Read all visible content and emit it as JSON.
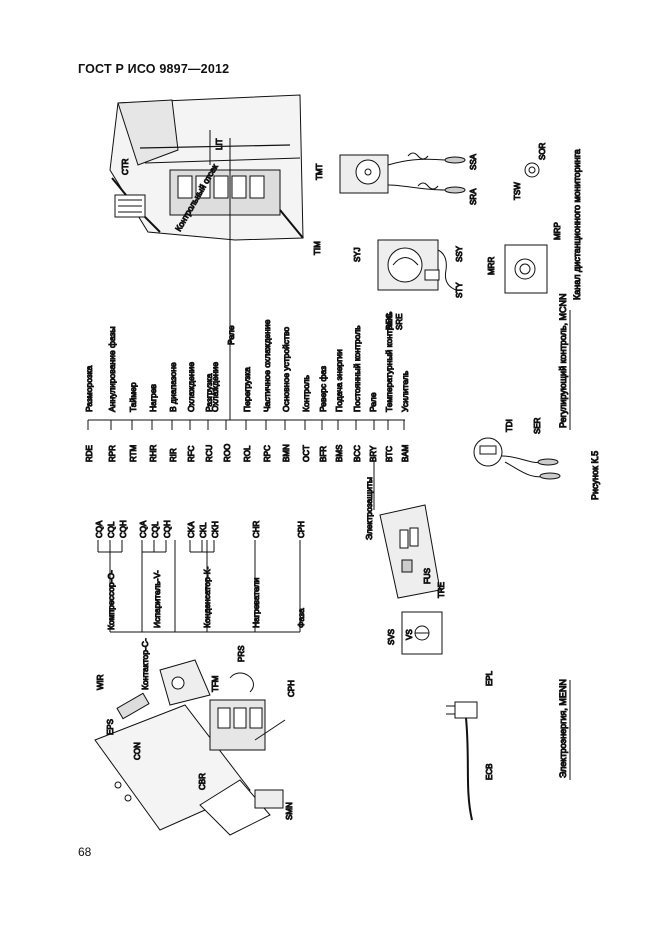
{
  "header": {
    "standard": "ГОСТ Р ИСО 9897—2012"
  },
  "footer": {
    "page_number": "68"
  },
  "figure": {
    "caption": "Рисунок К.5",
    "groups": {
      "electrical_power": "Электроэнергия, MENN",
      "control": "Регулирующий контроль, MCNN",
      "remote": "Канал дистанционного мониторинга",
      "protection": "Электрозащиты",
      "control_block": "Контрольный отсек"
    },
    "components_left": [
      {
        "name": "Компрессор-О-",
        "codes": [
          "CQA",
          "CQL",
          "CQH"
        ]
      },
      {
        "name": "Испаритель-V-",
        "codes": [
          "CQA",
          "CQL",
          "CQH"
        ]
      },
      {
        "name": "Конденсатор-К-",
        "codes": [
          "CKA",
          "CKL",
          "CKH"
        ]
      },
      {
        "name": "Нагреватели",
        "codes": [
          "CHR"
        ]
      },
      {
        "name": "Фаза",
        "codes": [
          "CPH"
        ]
      }
    ],
    "contactor": "Контактор-С-",
    "control_items_upper": [
      {
        "code": "RDE",
        "label": "Разморозка"
      },
      {
        "code": "RPR",
        "label": "Аннулирование фазы"
      },
      {
        "code": "RTM",
        "label": "Таймер"
      },
      {
        "code": "RHR",
        "label": "Нагрев"
      },
      {
        "code": "RIR",
        "label": "В диапазоне"
      },
      {
        "code": "RFC",
        "label": "Охлаждение"
      },
      {
        "code": "RCU",
        "label": "Разгрузка"
      },
      {
        "code": "ROO",
        "label": "Охлаждение"
      },
      {
        "code": "ROL",
        "label": "Перегрузка"
      },
      {
        "code": "RPC",
        "label": "Частичное охлаждение"
      }
    ],
    "relay_label": "Реле",
    "control_items_lower": [
      {
        "code": "BMN",
        "label": "Основное устройство"
      },
      {
        "code": "OCT",
        "label": "Контроль"
      },
      {
        "code": "BFR",
        "label": "Реверс фаз"
      },
      {
        "code": "BMS",
        "label": "Подача энергии"
      },
      {
        "code": "BCC",
        "label": "Постоянный контроль"
      },
      {
        "code": "BRY",
        "label": "Реле"
      },
      {
        "code": "BTC",
        "label": "Температурный контроль"
      },
      {
        "code": "BAM",
        "label": "Усилитель"
      }
    ],
    "callouts": {
      "ctr": "CTR",
      "lit": "LIT",
      "tim": "TIM",
      "tmt": "TMT",
      "ssa": "SSA",
      "sra": "SRA",
      "sor": "SOR",
      "tsw": "TSW",
      "syj": "SYJ",
      "ssy": "SSY",
      "sty": "STY",
      "rec": "REC",
      "sre": "SRE",
      "mrr": "MRR",
      "mrp": "MRP",
      "tdi": "TDI",
      "ser": "SER",
      "fus": "FUS",
      "tre": "TRE",
      "svs": "SVS",
      "vs": "VS",
      "epl": "EPL",
      "ecb": "ECB",
      "wir": "WIR",
      "eps": "EPS",
      "con": "CON",
      "cbr": "CBR",
      "smn": "SMN",
      "tfm": "TFM",
      "prs": "PRS",
      "cph": "CPH"
    }
  }
}
